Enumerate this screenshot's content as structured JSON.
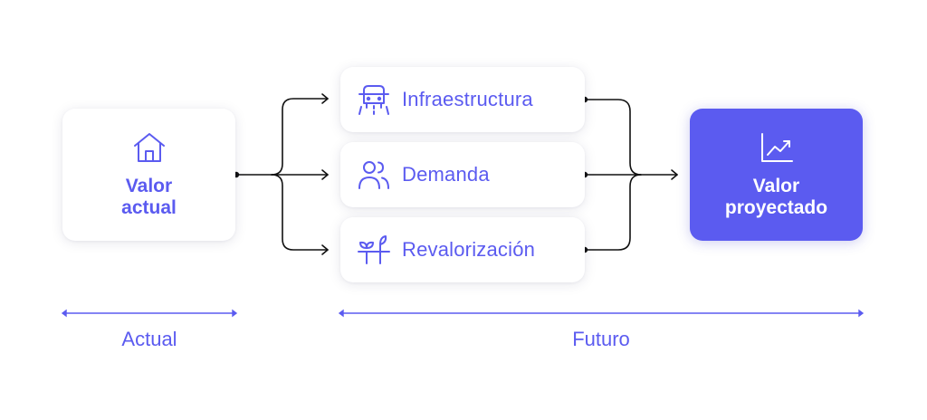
{
  "colors": {
    "accent": "#5B5BF0",
    "connector": "#111111",
    "card_bg": "#FFFFFF"
  },
  "current_card": {
    "icon": "house-icon",
    "line1": "Valor",
    "line2": "actual"
  },
  "factors": [
    {
      "icon": "infrastructure-icon",
      "label": "Infraestructura"
    },
    {
      "icon": "people-icon",
      "label": "Demanda"
    },
    {
      "icon": "plant-growth-icon",
      "label": "Revalorización"
    }
  ],
  "projected_card": {
    "icon": "trending-chart-icon",
    "line1": "Valor",
    "line2": "proyectado"
  },
  "timeline": {
    "current_label": "Actual",
    "future_label": "Futuro"
  }
}
